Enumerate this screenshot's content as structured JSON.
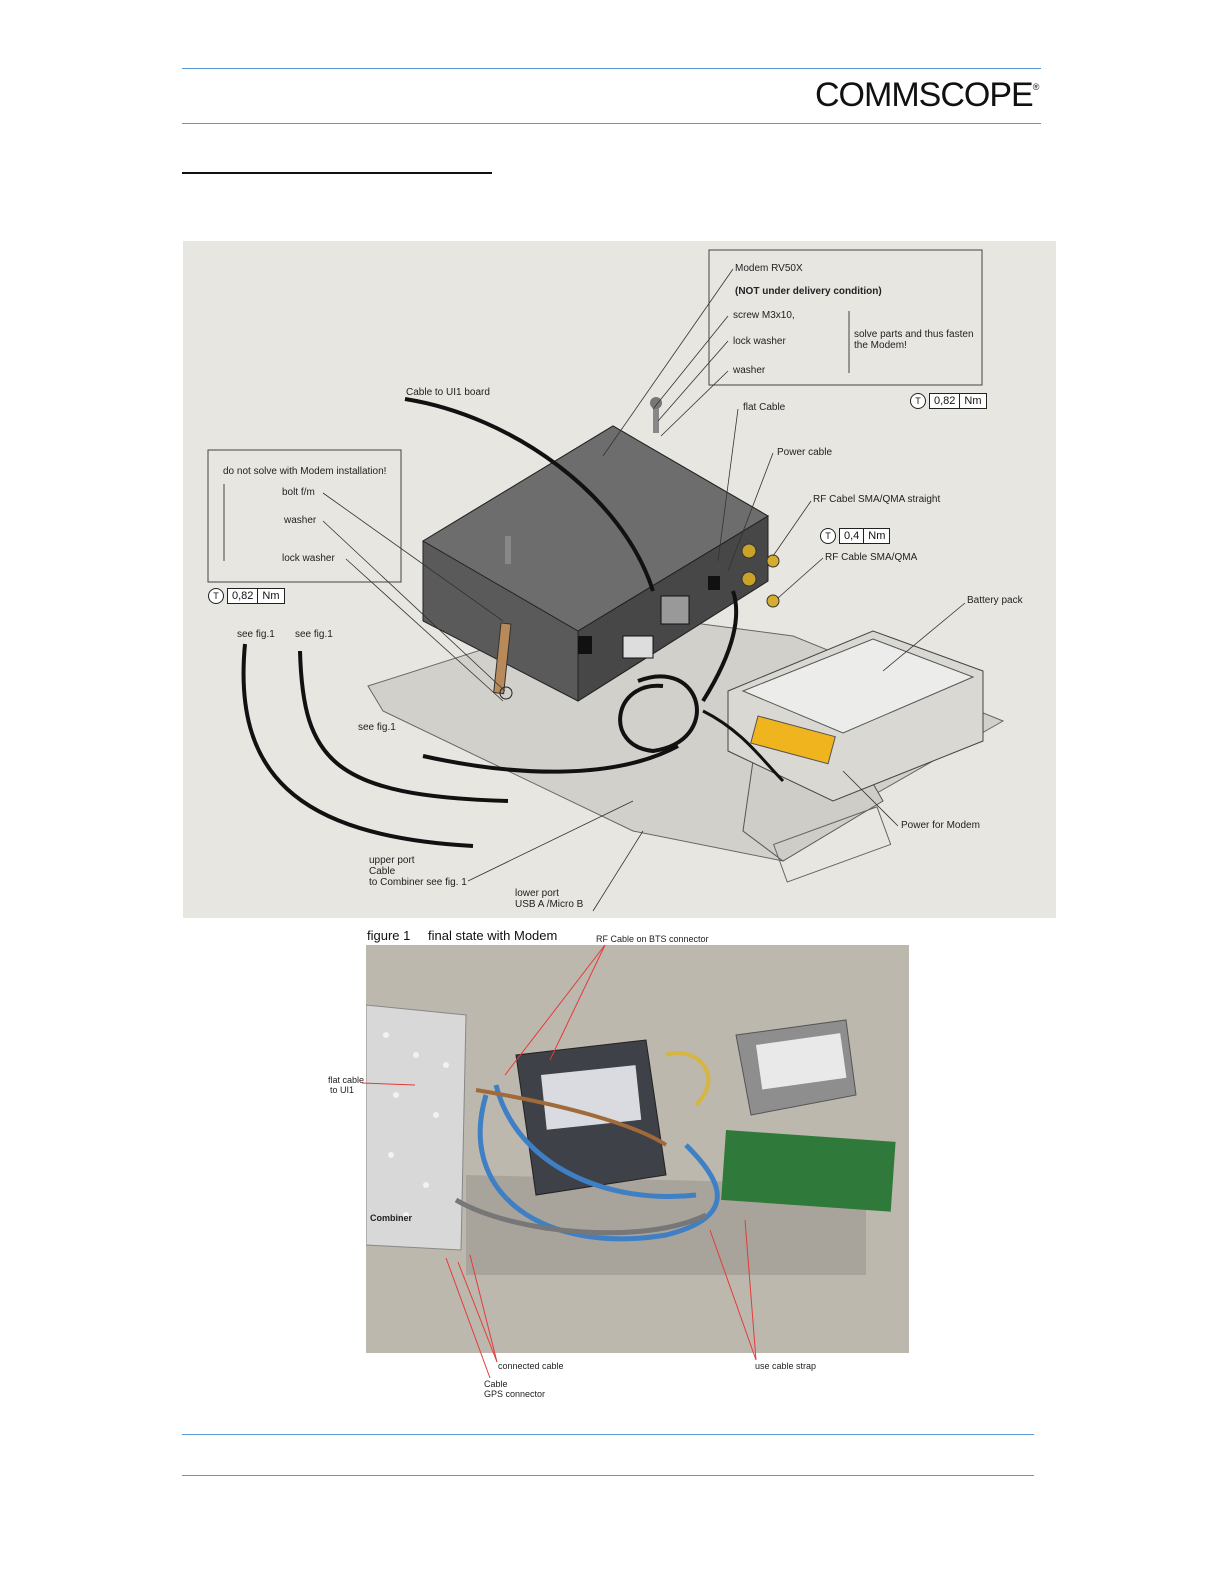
{
  "header": {
    "logo_text": "COMMSCOPE",
    "logo_mark": "®"
  },
  "figure_top": {
    "modem_label": "Modem RV50X",
    "not_delivery": "(NOT under delivery condition)",
    "screw": "screw M3x10,",
    "lock_washer_top": "lock washer",
    "washer_top": "washer",
    "solve_note": "solve parts and thus fasten the Modem!",
    "torque_top": {
      "value": "0,82",
      "unit": "Nm"
    },
    "cable_ui1": "Cable to UI1 board",
    "flat_cable": "flat Cable",
    "power_cable": "Power cable",
    "rf_straight": "RF Cabel SMA/QMA straight",
    "torque_mid": {
      "value": "0,4",
      "unit": "Nm"
    },
    "rf_qma": "RF Cable SMA/QMA",
    "battery": "Battery pack",
    "do_not_solve": "do not solve with Modem installation!",
    "bolt": "bolt f/m",
    "washer_left": "washer",
    "lock_washer_left": "lock washer",
    "torque_left": {
      "value": "0,82",
      "unit": "Nm"
    },
    "see_fig_1a": "see fig.1",
    "see_fig_1b": "see fig.1",
    "see_fig_1c": "see fig.1",
    "power_modem": "Power for Modem",
    "upper_port_1": "upper port",
    "upper_port_2": "Cable",
    "upper_port_3": "to Combiner see fig. 1",
    "lower_port_1": "lower port",
    "lower_port_2": "USB A /Micro B"
  },
  "figure_bottom": {
    "figure_no": "figure 1",
    "caption": "final state with Modem",
    "rf_bts": "RF Cable  on BTS connector",
    "flat_cable_1": "flat cable",
    "flat_cable_2": "to UI1",
    "combiner": "Combiner",
    "connected": "connected cable",
    "gps_1": "Cable",
    "gps_2": "GPS connector",
    "strap": "use cable strap"
  }
}
